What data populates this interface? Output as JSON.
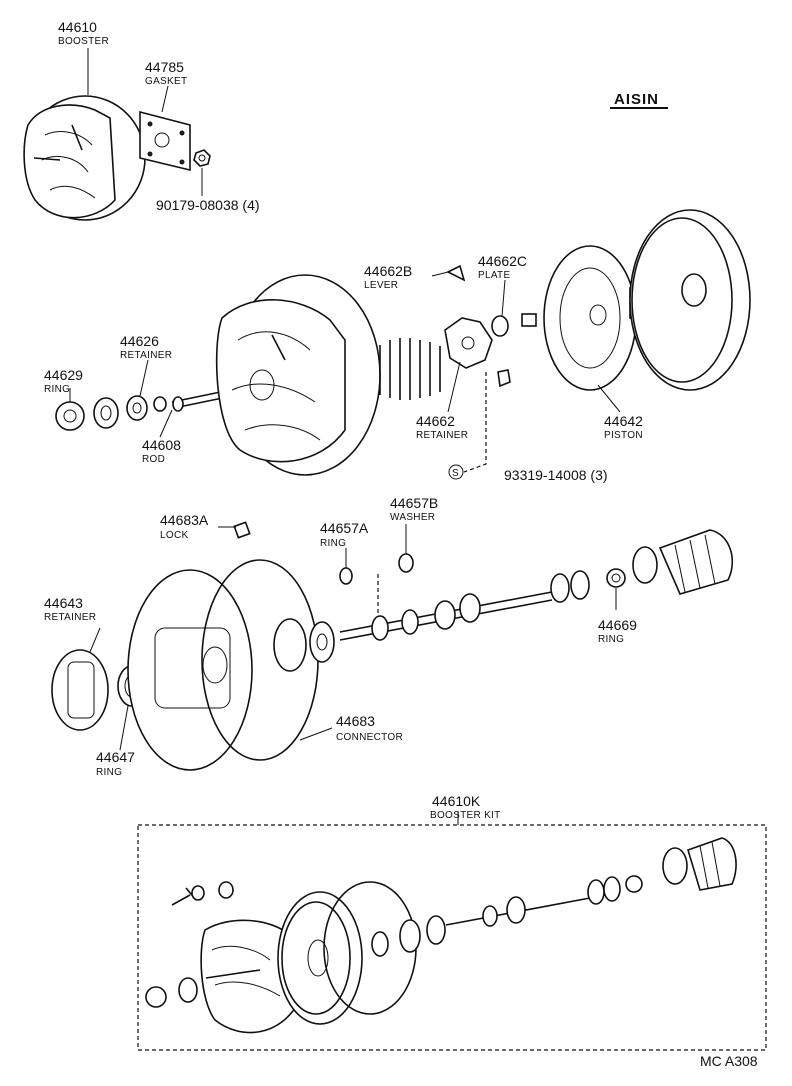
{
  "brand": "AISIN",
  "footer": "MC  A308",
  "parts": {
    "p44610": {
      "number": "44610",
      "name": "BOOSTER"
    },
    "p44785": {
      "number": "44785",
      "name": "GASKET"
    },
    "p90179": {
      "number": "90179-08038 (4)"
    },
    "p44662B": {
      "number": "44662B",
      "name": "LEVER"
    },
    "p44662C": {
      "number": "44662C",
      "name": "PLATE"
    },
    "p44626": {
      "number": "44626",
      "name": "RETAINER"
    },
    "p44629": {
      "number": "44629",
      "name": "RING"
    },
    "p44608": {
      "number": "44608",
      "name": "ROD"
    },
    "p44662": {
      "number": "44662",
      "name": "RETAINER"
    },
    "p44642": {
      "number": "44642",
      "name": "PISTON"
    },
    "p93319": {
      "number": "93319-14008 (3)",
      "symbol": "S"
    },
    "p44683A": {
      "number": "44683A",
      "name": "LOCK"
    },
    "p44657A": {
      "number": "44657A",
      "name": "RING"
    },
    "p44657B": {
      "number": "44657B",
      "name": "WASHER"
    },
    "p44643": {
      "number": "44643",
      "name": "RETAINER"
    },
    "p44669": {
      "number": "44669",
      "name": "RING"
    },
    "p44683": {
      "number": "44683",
      "name": "CONNECTOR"
    },
    "p44647": {
      "number": "44647",
      "name": "RING"
    },
    "p44610K": {
      "number": "44610K",
      "name": "BOOSTER KIT"
    }
  }
}
